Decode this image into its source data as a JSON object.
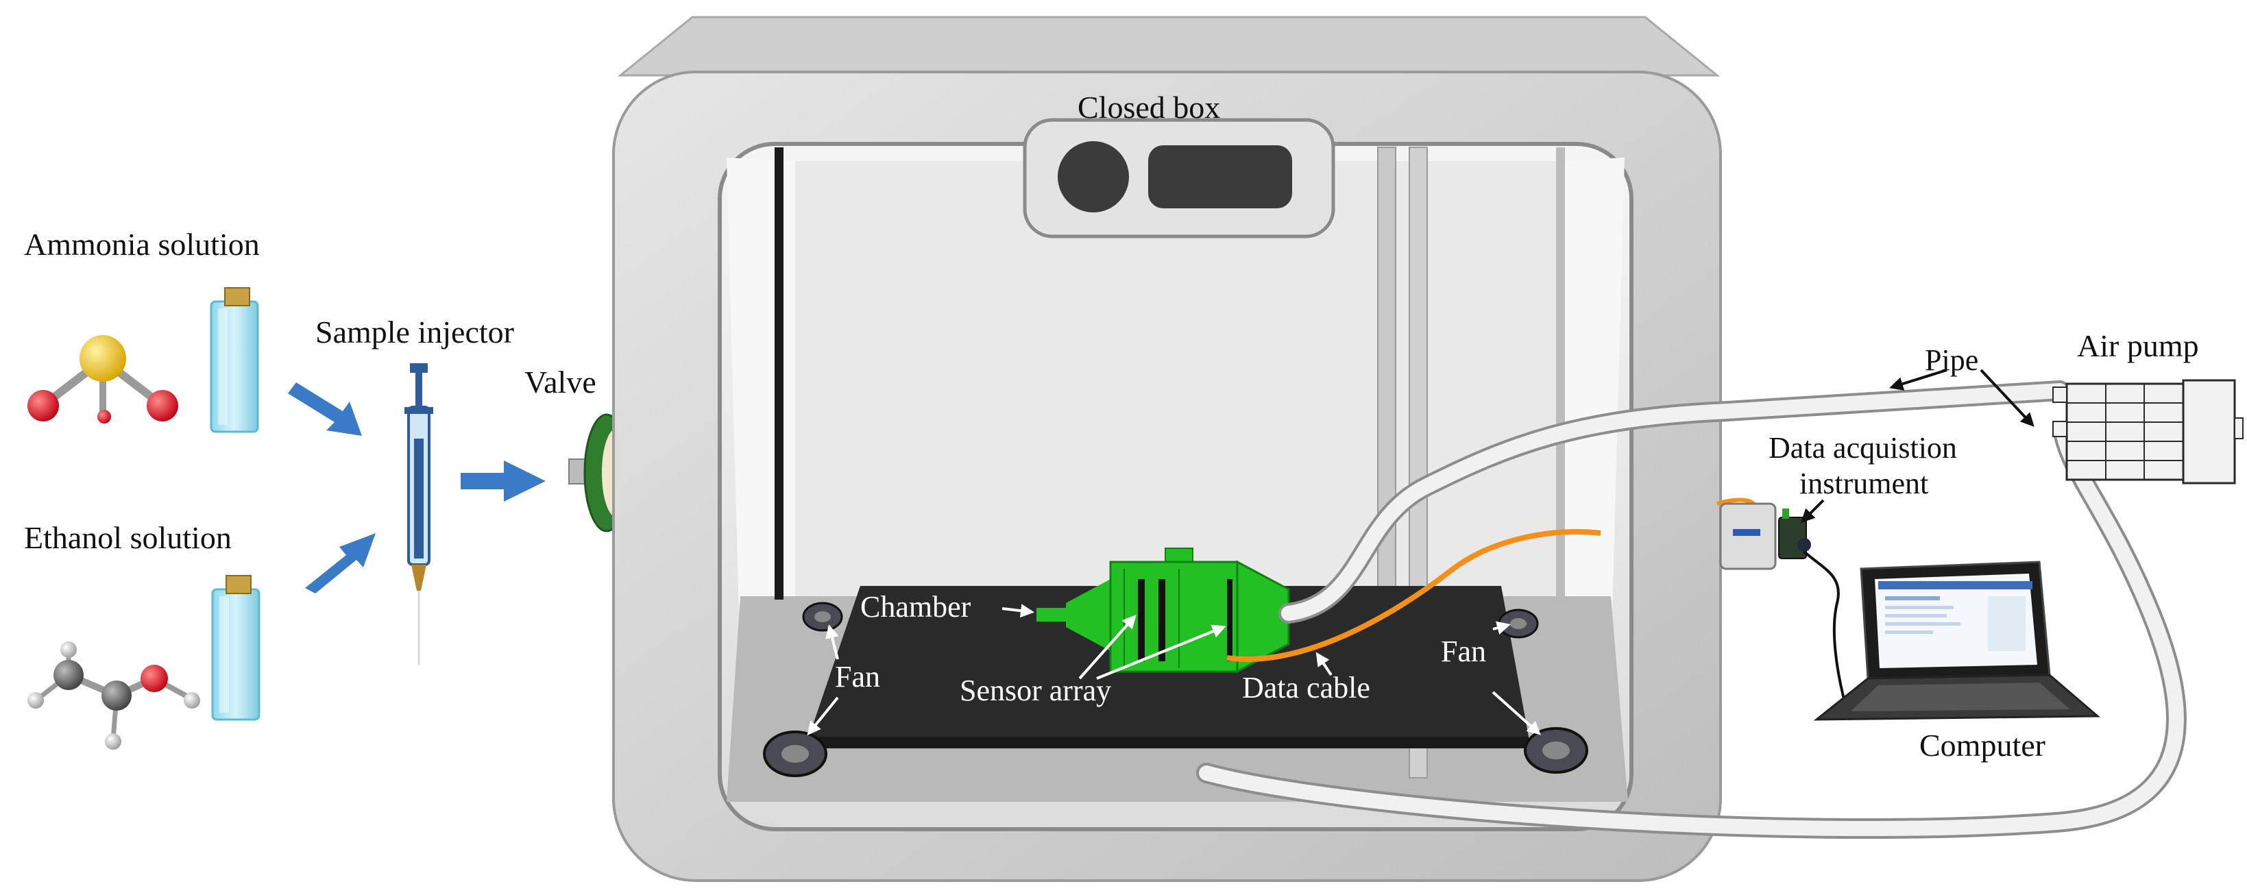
{
  "labels": {
    "ammonia": "Ammonia solution",
    "ethanol": "Ethanol solution",
    "injector": "Sample injector",
    "valve": "Valve",
    "box": "Closed box",
    "chamber": "Chamber",
    "sensor_array": "Sensor array",
    "fan_left": "Fan",
    "fan_right": "Fan",
    "data_cable": "Data cable",
    "pipe": "Pipe",
    "air_pump": "Air pump",
    "daq_line1": "Data acquistion",
    "daq_line2": "instrument",
    "computer": "Computer"
  },
  "colors": {
    "arrow_blue": "#3a7bc8",
    "chamber_green": "#22c022",
    "cable_orange": "#f39019",
    "box_grey": "#d6d6d6",
    "platform": "#2a2a2a",
    "valve_green": "#2f7d2f",
    "atom_red": "#e8141e",
    "atom_yellow": "#f2c316",
    "bottle_cyan": "#a9e3f2"
  }
}
